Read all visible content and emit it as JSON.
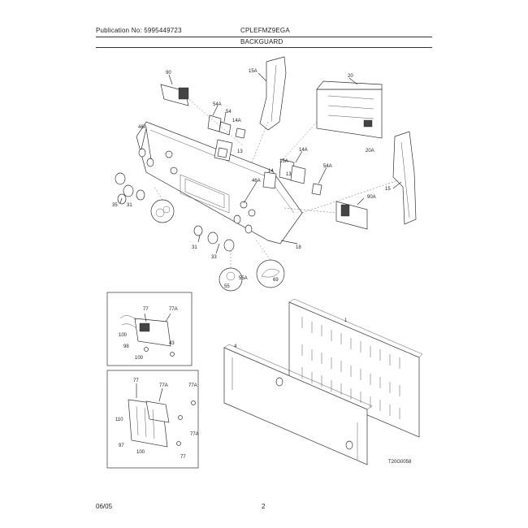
{
  "header": {
    "publication": "Publication No: 5995449723",
    "model": "CPLEFMZ9EGA",
    "section": "BACKGUARD"
  },
  "footer": {
    "date": "06/05",
    "page": "2"
  },
  "figure_code": "T20G0058",
  "callouts": {
    "c90": "90",
    "c15a": "15A",
    "c20": "20",
    "c54a_top": "54A",
    "c54": "54",
    "c46a_left": "46A",
    "c14a_top": "14A",
    "c13_top": "13",
    "c20a": "20A",
    "c14a_mid": "14A",
    "c15a_mid": "15A",
    "c54a_mid": "54A",
    "c14_mid": "14",
    "c13_mid": "13",
    "c46a_mid": "46A",
    "c15": "15",
    "c90a": "90A",
    "c35": "35",
    "c31_left": "31",
    "c31_bottom": "31",
    "c33": "33",
    "c18": "18",
    "c55": "55",
    "c55a": "55A",
    "c69": "69",
    "c77_a": "77",
    "c77a_a": "77A",
    "c100_a": "100",
    "c98_a": "98",
    "c100b_a": "100",
    "c43_a": "43",
    "c1": "1",
    "c4": "4",
    "c77_b": "77",
    "c77a_b": "77A",
    "c77a_b2": "77A",
    "c110": "110",
    "c97": "97",
    "c100_b": "100",
    "c77_b2": "77",
    "c77a_b3": "77A"
  }
}
